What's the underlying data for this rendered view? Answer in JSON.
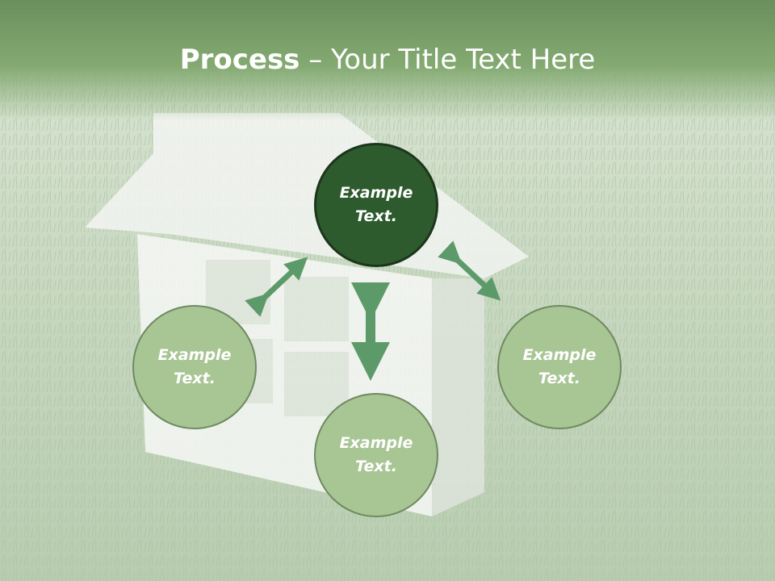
{
  "title": {
    "bold": "Process",
    "rest": " – Your Title Text Here"
  },
  "nodes": [
    {
      "id": "top",
      "line1": "Example",
      "line2": "Text."
    },
    {
      "id": "left",
      "line1": "Example",
      "line2": "Text."
    },
    {
      "id": "bottom",
      "line1": "Example",
      "line2": "Text."
    },
    {
      "id": "right",
      "line1": "Example",
      "line2": "Text."
    }
  ],
  "colors": {
    "dark_node": "#2e5b2e",
    "light_node": "#a8c594",
    "arrow": "#5d9a6a",
    "title_bar": "#84aa72"
  }
}
